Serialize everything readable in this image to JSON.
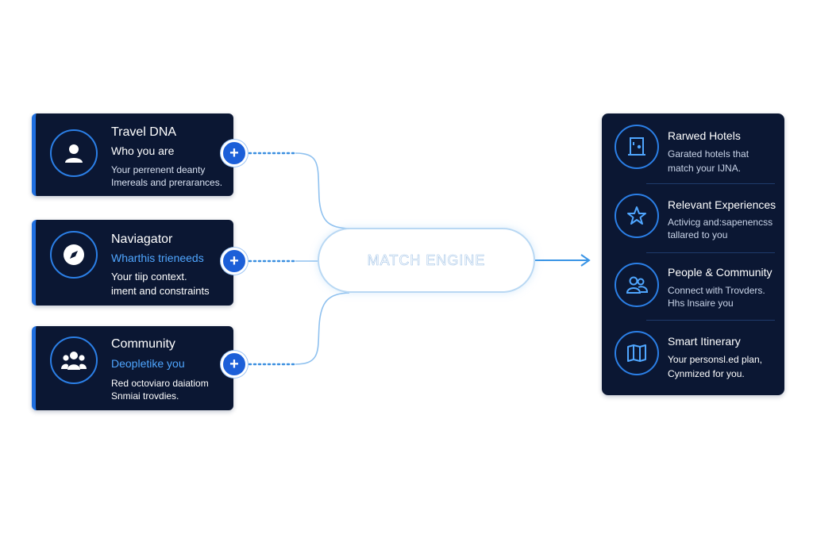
{
  "inputs": [
    {
      "title": "Travel DNA",
      "subtitle": "Who you are",
      "desc_line1": "Your perrenent deanty",
      "desc_line2": "Imereals and prerarances.",
      "icon": "user-icon"
    },
    {
      "title": "Naviagator",
      "subtitle": "Wharthis trieneeds",
      "desc_line1": "Your tiip context.",
      "desc_line2": "iment and constraints",
      "icon": "compass-icon"
    },
    {
      "title": "Community",
      "subtitle": "Deopletike you",
      "desc_line1": "Red octoviaro daiatiom",
      "desc_line2": "Snmiai trovdies.",
      "icon": "group-icon"
    }
  ],
  "plus_symbol": "+",
  "engine": {
    "label": "MATCH ENGINE"
  },
  "outputs": [
    {
      "title": "Rarwed Hotels",
      "desc_line1": "Garated hotels that",
      "desc_line2": "match your IJNA.",
      "icon": "hotel-door-icon"
    },
    {
      "title": "Relevant Experiences",
      "desc_line1": "Activicg and:sapenencss",
      "desc_line2": "tallared to you",
      "icon": "star-icon"
    },
    {
      "title": "People & Community",
      "desc_line1": "Connect with Trovders.",
      "desc_line2": "Hhs lnsaire you",
      "icon": "people-icon"
    },
    {
      "title": "Smart Itinerary",
      "desc_line1": "Your personsl.ed plan,",
      "desc_line2": "Cynmized for you.",
      "icon": "map-icon"
    }
  ],
  "colors": {
    "card_bg": "#0b1733",
    "accent_blue": "#1f6fe0",
    "link_blue": "#4fa6ff",
    "connector": "#3a8fe0",
    "engine_border": "#b9d8f3"
  }
}
